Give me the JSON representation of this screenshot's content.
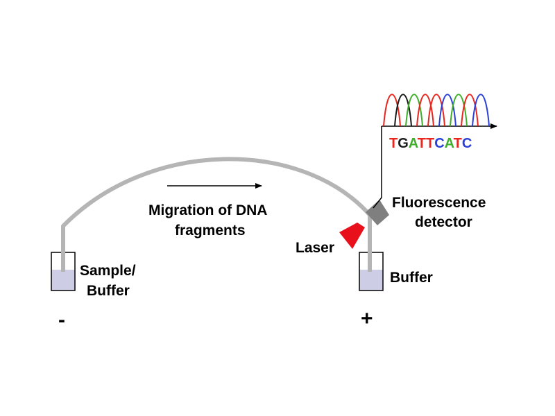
{
  "labels": {
    "sample_line1": "Sample/",
    "sample_line2": "Buffer",
    "buffer": "Buffer",
    "negative": "-",
    "positive": "+",
    "migration_line1": "Migration of DNA",
    "migration_line2": "fragments",
    "laser": "Laser",
    "detector_line1": "Fluorescence",
    "detector_line2": "detector"
  },
  "sequence": {
    "bases": [
      {
        "letter": "T",
        "color": "#e8261e"
      },
      {
        "letter": "G",
        "color": "#1a1a1a"
      },
      {
        "letter": "A",
        "color": "#3fae2a"
      },
      {
        "letter": "T",
        "color": "#e8261e"
      },
      {
        "letter": "T",
        "color": "#e8261e"
      },
      {
        "letter": "C",
        "color": "#2a3fd8"
      },
      {
        "letter": "A",
        "color": "#3fae2a"
      },
      {
        "letter": "T",
        "color": "#e8261e"
      },
      {
        "letter": "C",
        "color": "#2a3fd8"
      }
    ]
  },
  "colors": {
    "capillary": "#b5b5b5",
    "buffer_liquid": "#cdcde6",
    "laser": "#e8101a",
    "detector": "#7f7f7f",
    "trace_T": "#e8261e",
    "trace_G": "#1a1a1a",
    "trace_A": "#3fae2a",
    "trace_C": "#2a3fd8"
  }
}
